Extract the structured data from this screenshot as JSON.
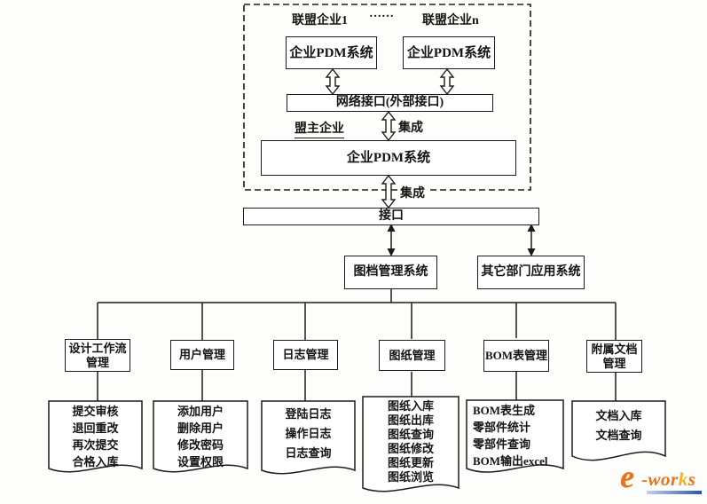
{
  "diagram": {
    "alliance_group": {
      "enterprise_1": "联盟企业1",
      "ellipsis": "……",
      "enterprise_n": "联盟企业n",
      "pdm_left": "企业PDM系统",
      "pdm_right": "企业PDM系统",
      "network_interface": "网络接口(外部接口)",
      "leader_enterprise": "盟主企业",
      "integration_upper": "集成",
      "leader_pdm": "企业PDM系统",
      "integration_lower": "集成"
    },
    "interface": "接口",
    "doc_mgmt_system": "图档管理系统",
    "other_dept_system": "其它部门应用系统",
    "branches": [
      {
        "label_lines": [
          "设计工作流",
          "管理"
        ],
        "items": [
          "提交审核",
          "退回重改",
          "再次提交",
          "合格入库"
        ]
      },
      {
        "label_lines": [
          "用户管理"
        ],
        "items": [
          "添加用户",
          "删除用户",
          "修改密码",
          "设置权限"
        ]
      },
      {
        "label_lines": [
          "日志管理"
        ],
        "items": [
          "登陆日志",
          "操作日志",
          "日志查询"
        ]
      },
      {
        "label_lines": [
          "图纸管理"
        ],
        "items": [
          "图纸入库",
          "图纸出库",
          "图纸查询",
          "图纸修改",
          "图纸更新",
          "图纸浏览"
        ]
      },
      {
        "label_lines": [
          "BOM表管理"
        ],
        "items": [
          "BOM表生成",
          "零部件统计",
          "零部件查询",
          "BOM输出excel"
        ]
      },
      {
        "label_lines": [
          "附属文档",
          "管理"
        ],
        "items": [
          "文档入库",
          "文档查询"
        ]
      }
    ],
    "logo": {
      "e": "e",
      "dash_wor": "-wor",
      "k": "k",
      "s": "s"
    },
    "colors": {
      "ink": "#1c1c1c",
      "logo_orange": "#e8731e",
      "logo_yellow": "#f2b01e",
      "logo_blue": "#2b54b0"
    }
  }
}
